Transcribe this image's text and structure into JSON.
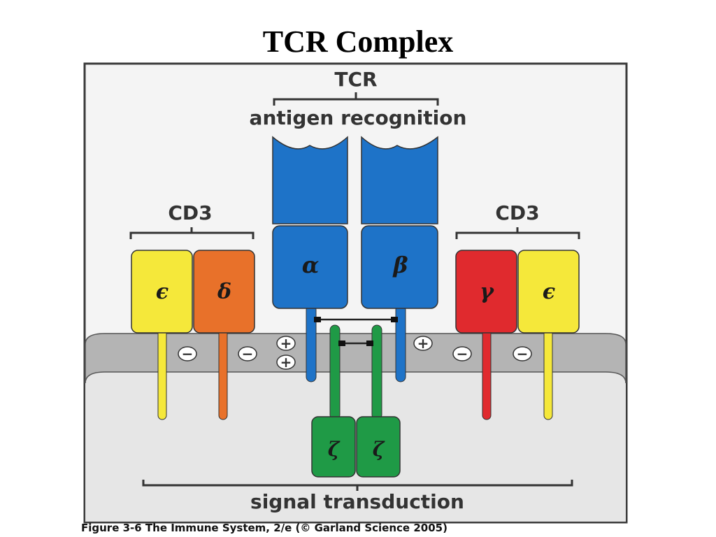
{
  "slide": {
    "title": "TCR Complex"
  },
  "labels": {
    "tcr": "TCR",
    "antigen_recognition": "antigen recognition",
    "cd3_left": "CD3",
    "cd3_right": "CD3",
    "signal_transduction": "signal transduction"
  },
  "chains": {
    "epsilon_left": "ϵ",
    "delta": "δ",
    "alpha": "α",
    "beta": "β",
    "gamma": "γ",
    "epsilon_right": "ϵ",
    "zeta_left": "ζ",
    "zeta_right": "ζ"
  },
  "charges": {
    "minus": "−",
    "plus": "+"
  },
  "colors": {
    "tcr_blue": "#1e73c8",
    "epsilon_yellow": "#f5e83a",
    "delta_orange": "#e8712a",
    "gamma_red": "#e02a2e",
    "zeta_green": "#1f9a46",
    "membrane_gray": "#b4b4b4",
    "cytoplasm": "#e6e6e6",
    "extracellular": "#f4f4f4"
  },
  "caption": "Figure 3-6  The Immune System, 2/e (© Garland Science 2005)"
}
